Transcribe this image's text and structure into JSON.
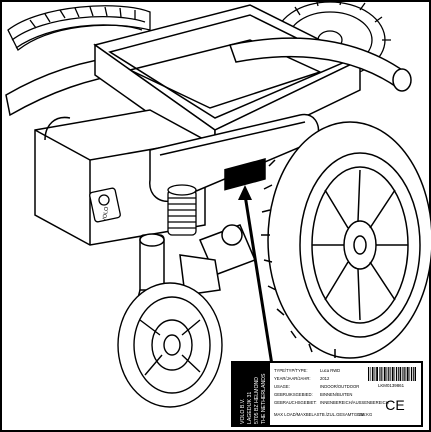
{
  "figure": {
    "logo_text": "VOLO"
  },
  "label": {
    "vertical_lines": [
      "VOLO B.V.",
      "LAGEDIJK 31",
      "5705 BZ HELMOND",
      "THE NETHERLANDS"
    ],
    "rows": [
      {
        "key": "TYPE/TYP/TYPE:",
        "value": "Luca RWD"
      },
      {
        "key": "YEAR/JAAR/JAHR:",
        "value": "2012"
      },
      {
        "key": "USAGE:",
        "value": "INDOOR/OUTDOOR"
      },
      {
        "key": "GEBRUIKSGEBIED:",
        "value": "BINNEN/BUITEN"
      },
      {
        "key": "GEBRAUCHSGEBIET:",
        "value": "INNENBEREICH/AUSSENBEREICH"
      },
      {
        "key": "MAX LOAD/MAXBELASTB./ZUL.GESAMTGEW.:",
        "value": "136 KG"
      }
    ],
    "serial": "LKM0139861",
    "ce_mark": "CE"
  },
  "colors": {
    "line": "#000000",
    "label_bg": "#000000",
    "fill": "#ffffff"
  }
}
